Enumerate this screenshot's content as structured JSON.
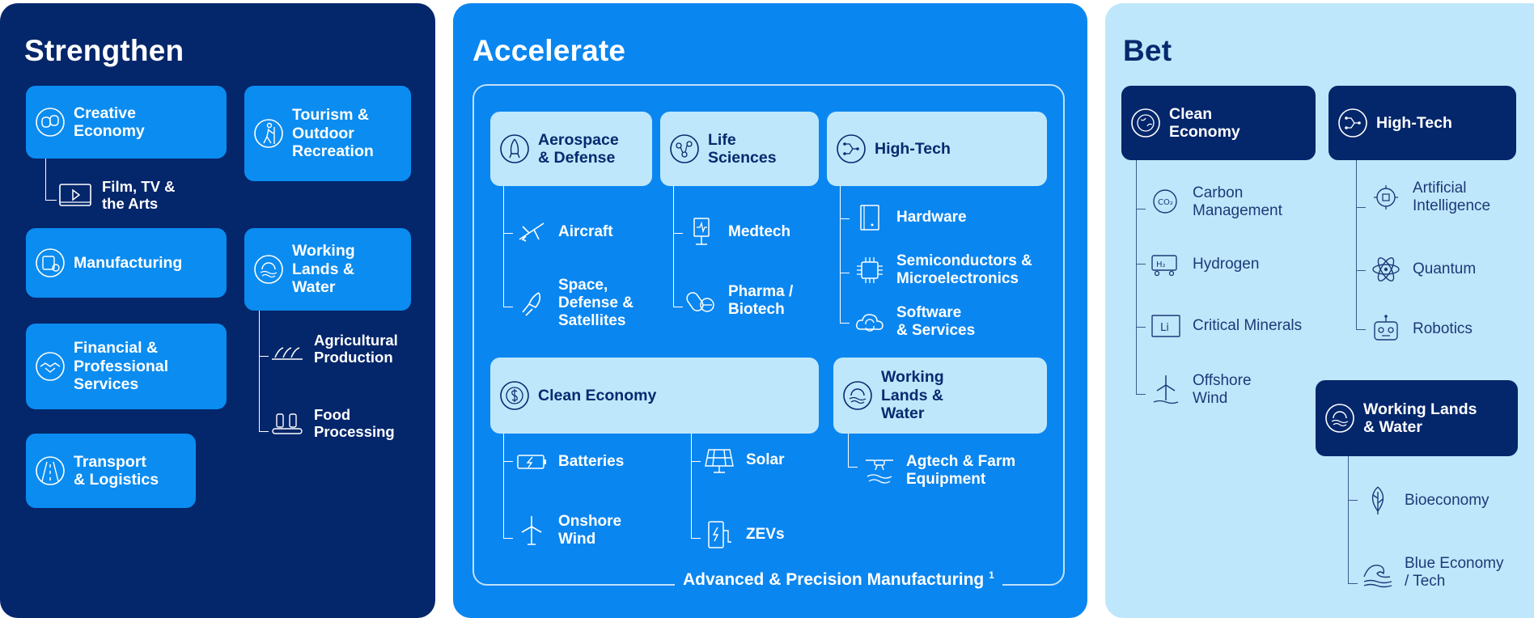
{
  "strengthen": {
    "title": "Strengthen",
    "creative": "Creative\nEconomy",
    "film": "Film, TV &\nthe Arts",
    "tourism": "Tourism &\nOutdoor\nRecreation",
    "manufacturing": "Manufacturing",
    "working": "Working\nLands &\nWater",
    "agri": "Agricultural\nProduction",
    "food": "Food\nProcessing",
    "financial": "Financial &\nProfessional\nServices",
    "transport": "Transport\n& Logistics"
  },
  "accelerate": {
    "title": "Accelerate",
    "aerospace": "Aerospace\n& Defense",
    "aircraft": "Aircraft",
    "space": "Space,\nDefense &\nSatellites",
    "life": "Life\nSciences",
    "medtech": "Medtech",
    "pharma": "Pharma /\nBiotech",
    "hightech": "High-Tech",
    "hardware": "Hardware",
    "semi": "Semiconductors &\nMicroelectronics",
    "software": "Software\n& Services",
    "clean": "Clean Economy",
    "batteries": "Batteries",
    "onshore": "Onshore\nWind",
    "solar": "Solar",
    "zevs": "ZEVs",
    "working": "Working\nLands &\nWater",
    "agtech": "Agtech & Farm\nEquipment",
    "footer": "Advanced & Precision Manufacturing",
    "footer_sup": "1"
  },
  "bet": {
    "title": "Bet",
    "clean": "Clean\nEconomy",
    "carbon": "Carbon\nManagement",
    "hydrogen": "Hydrogen",
    "minerals": "Critical Minerals",
    "offshore": "Offshore\nWind",
    "hightech": "High-Tech",
    "ai": "Artificial\nIntelligence",
    "quantum": "Quantum",
    "robotics": "Robotics",
    "working": "Working Lands\n& Water",
    "bio": "Bioeconomy",
    "blue": "Blue Economy\n/ Tech"
  },
  "colors": {
    "navy": "#04266b",
    "blue": "#0a86f0",
    "light": "#bfe7fb"
  }
}
